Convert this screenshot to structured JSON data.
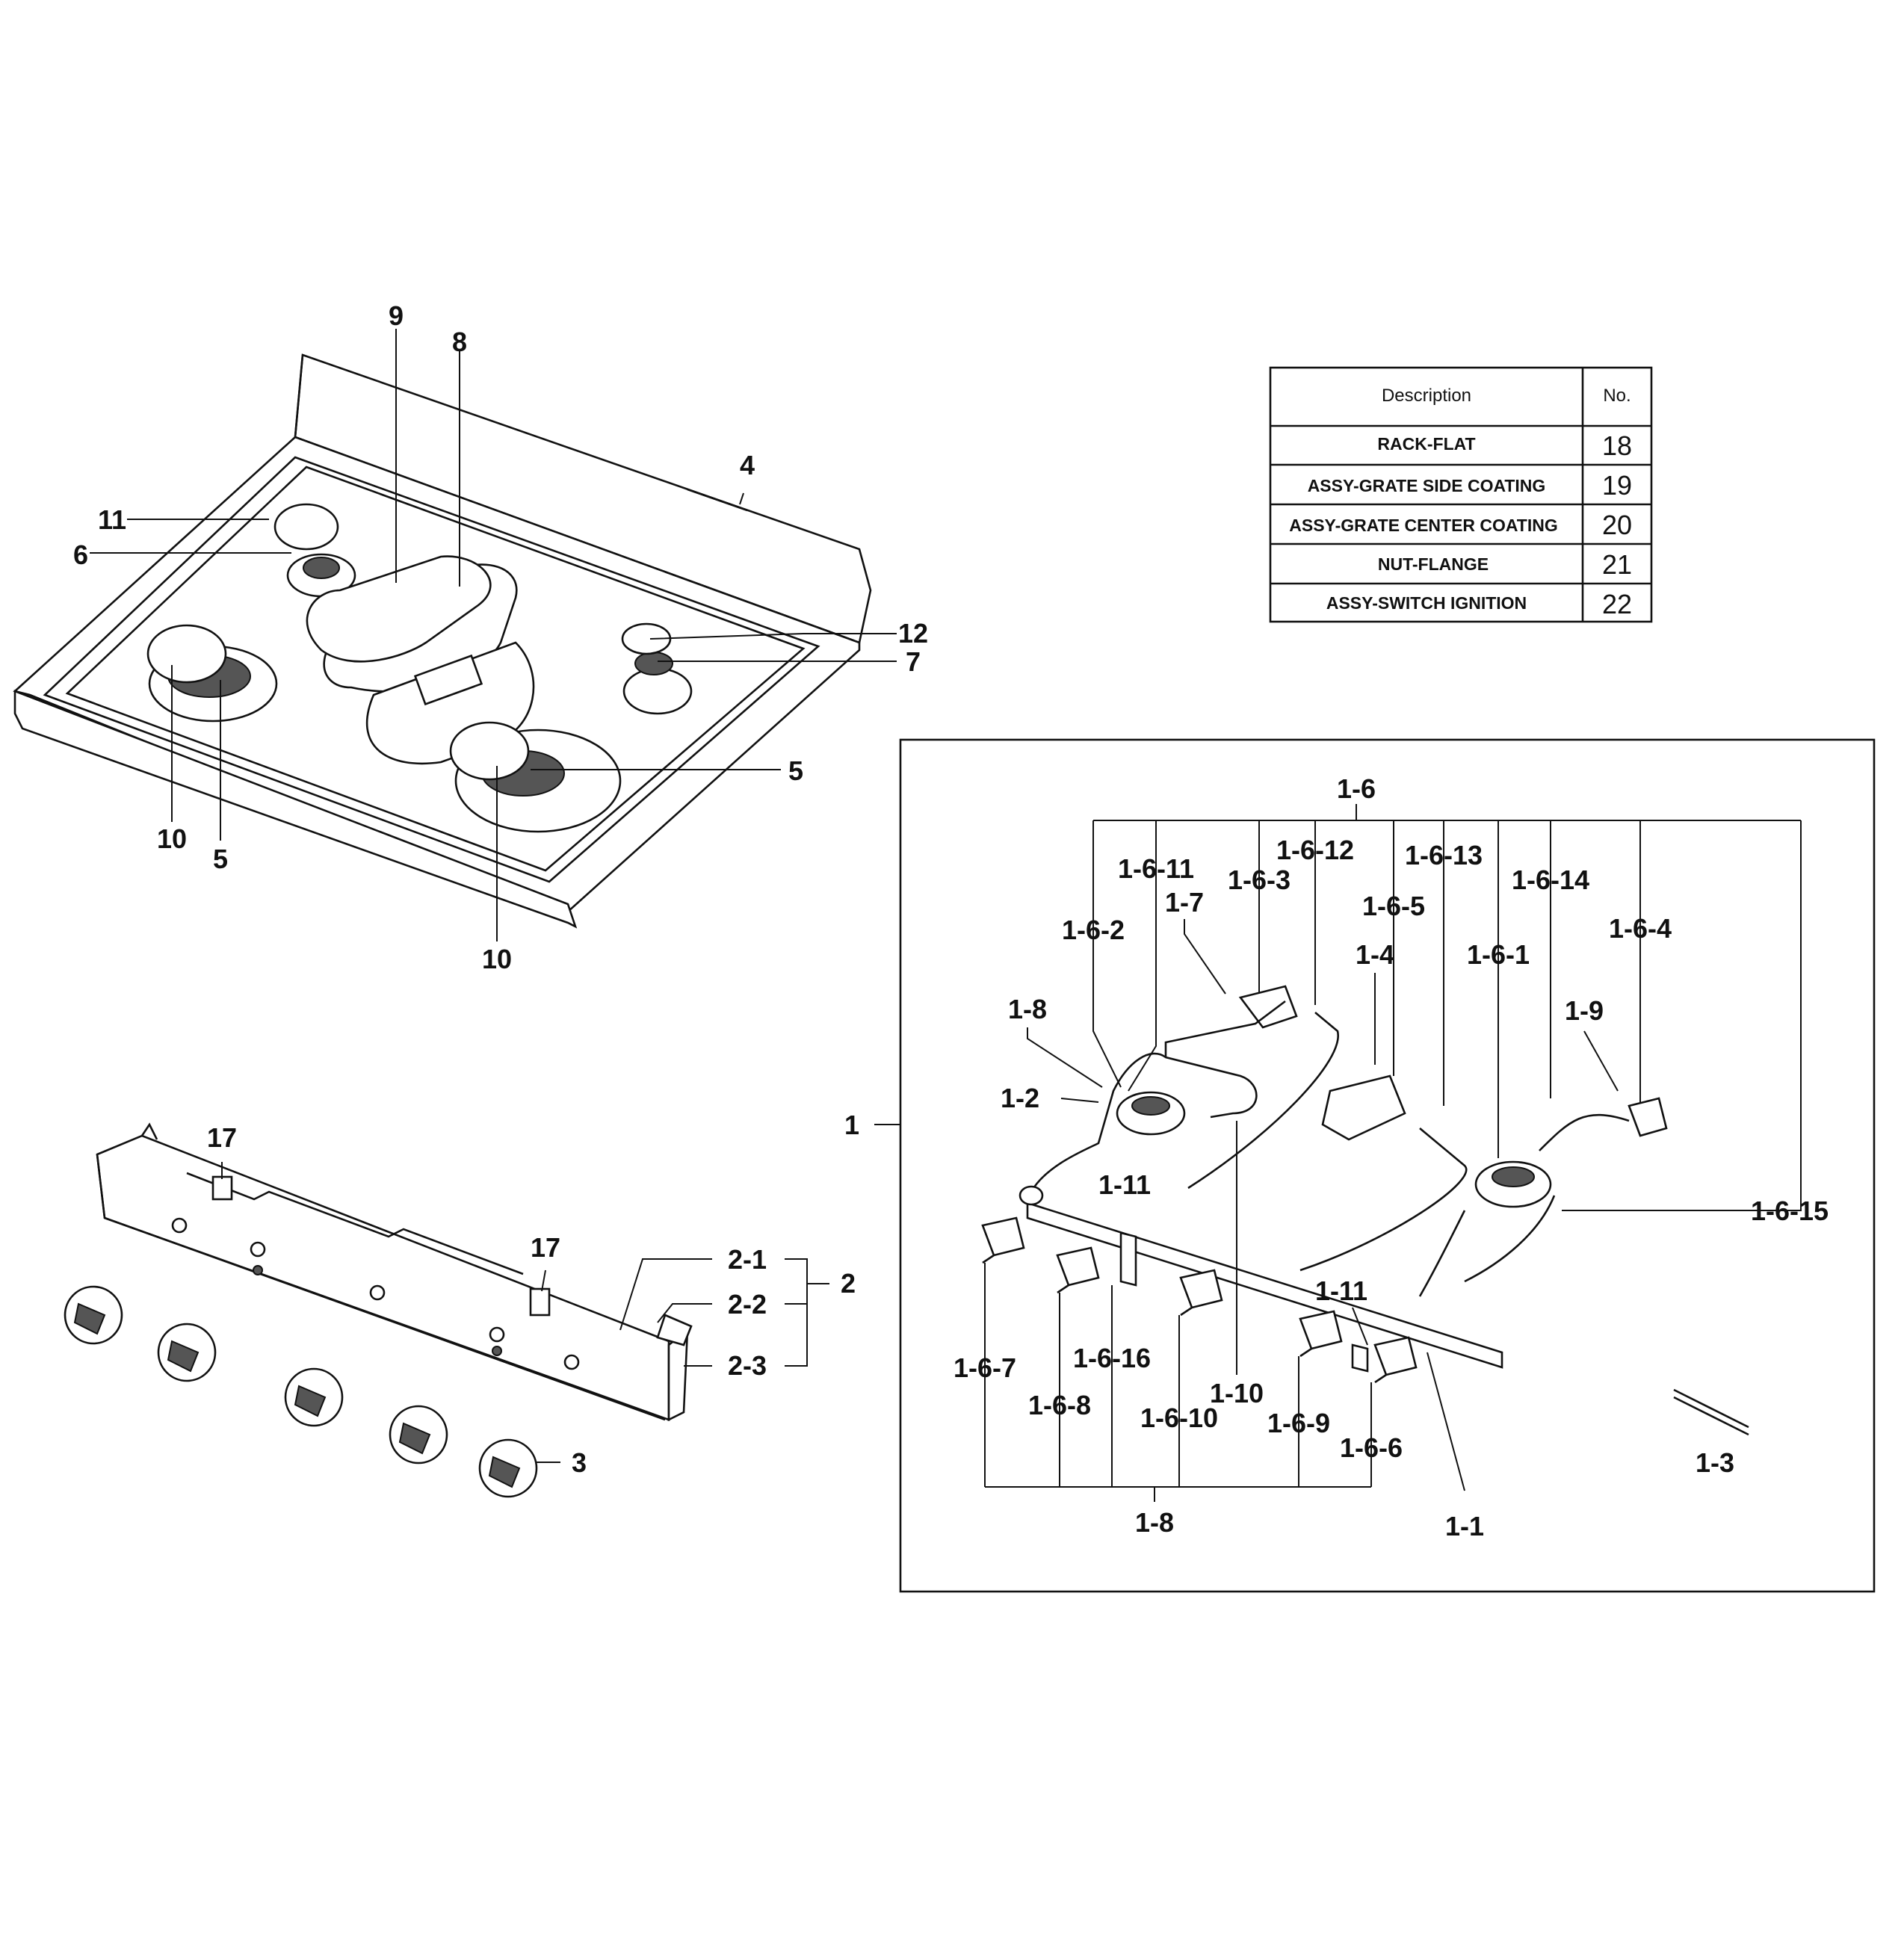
{
  "table": {
    "headers": {
      "description": "Description",
      "no": "No."
    },
    "rows": [
      {
        "description": "RACK-FLAT",
        "no": "18"
      },
      {
        "description": "ASSY-GRATE SIDE COATING",
        "no": "19"
      },
      {
        "description": "ASSY-GRATE CENTER COATING",
        "no": "20"
      },
      {
        "description": "NUT-FLANGE",
        "no": "21"
      },
      {
        "description": "ASSY-SWITCH IGNITION",
        "no": "22"
      }
    ]
  },
  "cooktop_callouts": {
    "c9": "9",
    "c8": "8",
    "c4": "4",
    "c11": "11",
    "c6": "6",
    "c12": "12",
    "c7": "7",
    "c5_right": "5",
    "c10_left": "10",
    "c5_left": "5",
    "c10_bottom": "10"
  },
  "panel_callouts": {
    "c17_left": "17",
    "c17_right": "17",
    "c2_1": "2-1",
    "c2_2": "2-2",
    "c2_3": "2-3",
    "c2": "2",
    "c3": "3"
  },
  "valve_callouts": {
    "c1_6": "1-6",
    "c1_6_11": "1-6-11",
    "c1_6_12": "1-6-12",
    "c1_6_13": "1-6-13",
    "c1_6_3": "1-6-3",
    "c1_6_14": "1-6-14",
    "c1_6_5": "1-6-5",
    "c1_7": "1-7",
    "c1_6_2": "1-6-2",
    "c1_4": "1-4",
    "c1_6_1": "1-6-1",
    "c1_6_4": "1-6-4",
    "c1_8_top": "1-8",
    "c1_9": "1-9",
    "c1_2": "1-2",
    "c1": "1",
    "c1_11_left": "1-11",
    "c1_6_15": "1-6-15",
    "c1_11_right": "1-11",
    "c1_6_7": "1-6-7",
    "c1_6_16": "1-6-16",
    "c1_10": "1-10",
    "c1_6_8": "1-6-8",
    "c1_6_10": "1-6-10",
    "c1_6_9": "1-6-9",
    "c1_6_6": "1-6-6",
    "c1_3": "1-3",
    "c1_8_bottom": "1-8",
    "c1_1": "1-1"
  }
}
